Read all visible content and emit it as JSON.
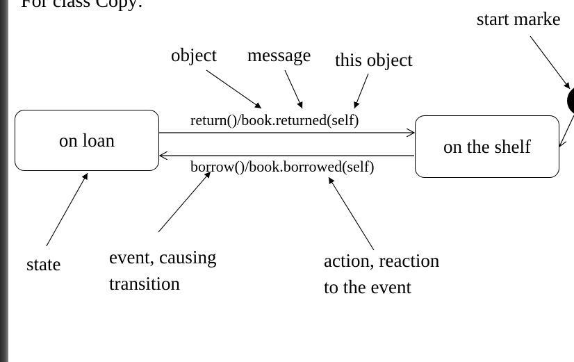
{
  "title": "For class Copy:",
  "states": {
    "on_loan": "on loan",
    "on_shelf": "on the shelf"
  },
  "transitions": {
    "return_label": "return()/book.returned(self)",
    "borrow_label": "borrow()/book.borrowed(self)"
  },
  "annotations": {
    "object": "object",
    "message": "message",
    "this_object": "this object",
    "start_marker": "start marke",
    "state": "state",
    "event_line1": "event, causing",
    "event_line2": "transition",
    "action_line1": "action, reaction",
    "action_line2": "to the event"
  }
}
